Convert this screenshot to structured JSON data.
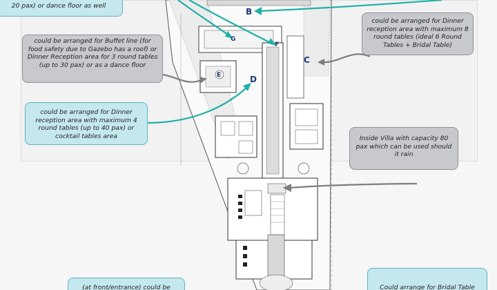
{
  "labels": {
    "b": "B",
    "c": "C",
    "d": "D",
    "e": "E",
    "f": "F",
    "g": "G"
  },
  "callouts": {
    "top_left": "20 pax) or dance floor as well",
    "gazebo": "could be arranged for Buffet line (for food safety due to Gazebo has a roof) or Dinner Reception area for 3 round tables (up to 30 pax) or as a dance floor",
    "dinner_d": "could be arranged for Dinner reception area with maximum 4 round tables (up to 40 pax) or cocktail tables area",
    "dinner_c": "could be arranged for Dinner reception area with maximum 8 round tables (ideal 6 Round Tables + Bridal Table)",
    "inside_villa": "Inside Villa with capacity 80 pax which can be used should it rain",
    "front_entrance": "(at front/entrance) could be",
    "bridal_table": "Could arrange for Bridal Table"
  },
  "colors": {
    "teal_arrow": "#1fb1a6",
    "gray_arrow": "#7d7d7d",
    "callout_gray": "#c7c9cc",
    "callout_teal": "#c4e8ee",
    "label_blue": "#1e3a78"
  }
}
